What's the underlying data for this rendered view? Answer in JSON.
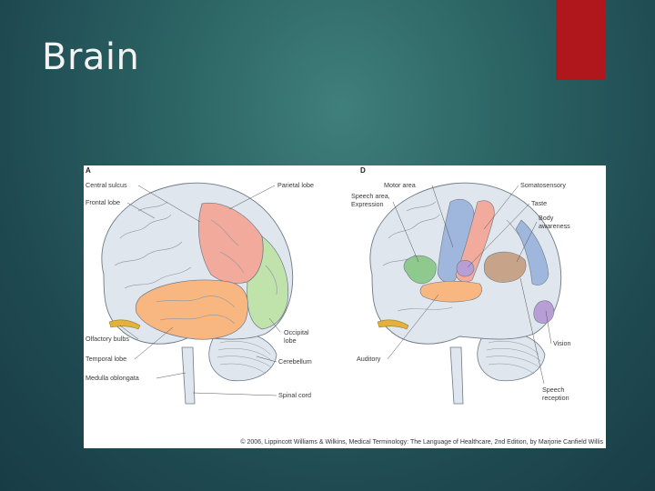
{
  "slide": {
    "title": "Brain"
  },
  "colors": {
    "accent": "#b0171c",
    "brain": "#dfe6ee",
    "frontal_parietal": "#f1aa9c",
    "occipital": "#bfe3ab",
    "temporal": "#f8b681",
    "olfactory": "#e3b23c",
    "motor": "#9fb6dd",
    "speech": "#8fc98e",
    "taste": "#b79fd6",
    "body": "#c7a489",
    "vision": "#b79fd6"
  },
  "figure": {
    "panel_a": {
      "tag": "A",
      "labels": {
        "central_sulcus": "Central sulcus",
        "frontal_lobe": "Frontal lobe",
        "parietal_lobe": "Parietal lobe",
        "olfactory_bulbs": "Olfactory bulbs",
        "temporal_lobe": "Temporal lobe",
        "medulla_oblongata": "Medulla oblongata",
        "occipital_lobe_1": "Occipital",
        "occipital_lobe_2": "lobe",
        "cerebellum": "Cerebellum",
        "spinal_cord": "Spinal cord"
      }
    },
    "panel_d": {
      "tag": "D",
      "labels": {
        "motor_area": "Motor area",
        "speech_expression_1": "Speech area,",
        "speech_expression_2": "Expression",
        "somatosensory": "Somatosensory",
        "taste": "Taste",
        "body_awareness_1": "Body",
        "body_awareness_2": "awareness",
        "auditory": "Auditory",
        "vision": "Vision",
        "speech_reception_1": "Speech",
        "speech_reception_2": "reception"
      }
    },
    "credit": "© 2006, Lippincott Williams & Wilkins, Medical Terminology: The Language of Healthcare, 2nd Edition, by Marjorie Canfield Willis"
  }
}
